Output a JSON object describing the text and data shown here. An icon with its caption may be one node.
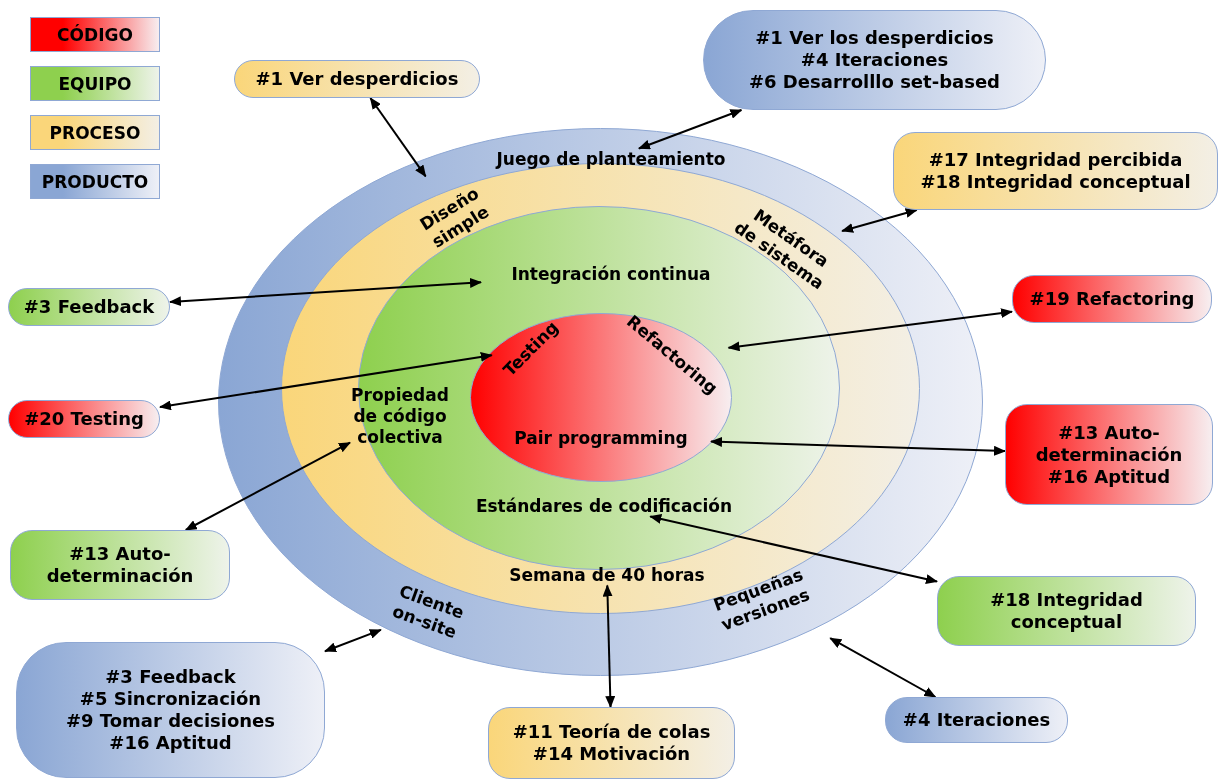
{
  "diagram": {
    "nodes": [
      {
        "text": [],
        "shape": "ellipse"
      },
      {
        "text": [
          "Juego de planteamiento"
        ],
        "in": 0
      },
      {
        "text": [
          "Cliente on-site"
        ],
        "in": 0
      },
      {
        "text": [
          "Pequeñas versiones"
        ],
        "in": 0
      },
      {
        "text": [],
        "shape": "ellipse",
        "in": 0
      },
      {
        "text": [
          "Diseño simple"
        ],
        "in": 4
      },
      {
        "text": [
          "Metáfora de sistema"
        ],
        "in": 4
      },
      {
        "text": [
          "Semana de 40 horas"
        ],
        "in": 4
      },
      {
        "text": [],
        "shape": "ellipse",
        "in": 4
      },
      {
        "text": [
          "Integración continua"
        ],
        "in": 8
      },
      {
        "text": [
          "Propiedad de código colectiva"
        ],
        "in": 8
      },
      {
        "text": [
          "Estándares de codificación"
        ],
        "in": 8
      },
      {
        "text": [],
        "shape": "ellipse",
        "in": 8
      },
      {
        "text": [
          "Testing"
        ],
        "in": 12
      },
      {
        "text": [
          "Refactoring"
        ],
        "in": 12
      },
      {
        "text": [
          "Pair programming"
        ],
        "in": 12
      },
      {
        "text": [
          "#1 Ver desperdicios"
        ]
      },
      {
        "text": [
          "#1 Ver los desperdicios",
          "#4 Iteraciones",
          "#6 Desarrolllo set-based"
        ]
      },
      {
        "text": [
          "#17 Integridad percibida",
          "#18 Integridad conceptual"
        ]
      },
      {
        "text": [
          "#3 Feedback"
        ]
      },
      {
        "text": [
          "#19 Refactoring"
        ]
      },
      {
        "text": [
          "#20 Testing"
        ]
      },
      {
        "text": [
          "#13 Auto-determinación",
          "#16 Aptitud"
        ]
      },
      {
        "text": [
          "#13 Auto-determinación"
        ]
      },
      {
        "text": [
          "#18 Integridad conceptual"
        ]
      },
      {
        "text": [
          "#3 Feedback",
          "#5 Sincronización",
          "#9 Tomar decisiones",
          "#16 Aptitud"
        ]
      },
      {
        "text": [
          "#11 Teoría de colas",
          "#14 Motivación"
        ]
      },
      {
        "text": [
          "#4 Iteraciones"
        ]
      }
    ],
    "edges": [
      {
        "from": 16,
        "to": 5,
        "arrow": "both"
      },
      {
        "from": 17,
        "to": 1,
        "arrow": "both"
      },
      {
        "from": 18,
        "to": 6,
        "arrow": "both"
      },
      {
        "from": 19,
        "to": 9,
        "arrow": "both"
      },
      {
        "from": 20,
        "to": 14,
        "arrow": "both"
      },
      {
        "from": 21,
        "to": 13,
        "arrow": "both"
      },
      {
        "from": 22,
        "to": 15,
        "arrow": "both"
      },
      {
        "from": 23,
        "to": 10,
        "arrow": "both"
      },
      {
        "from": 24,
        "to": 11,
        "arrow": "both"
      },
      {
        "from": 25,
        "to": 2,
        "arrow": "both"
      },
      {
        "from": 26,
        "to": 7,
        "arrow": "both"
      },
      {
        "from": 27,
        "to": 3,
        "arrow": "both"
      }
    ],
    "legend": [
      {
        "text": "CÓDIGO",
        "color": "#ff0000"
      },
      {
        "text": "EQUIPO",
        "color": "#8ed04e"
      },
      {
        "text": "PROCESO",
        "color": "#fad67a"
      },
      {
        "text": "PRODUCTO",
        "color": "#8aa6d4"
      }
    ]
  }
}
